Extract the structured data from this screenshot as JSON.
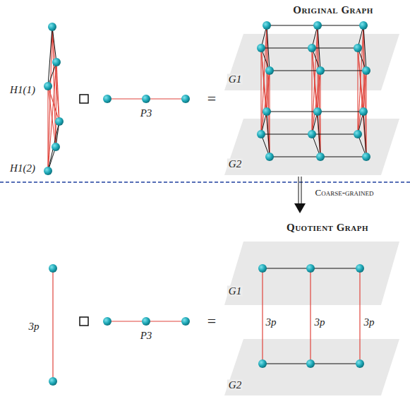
{
  "diagram": {
    "labels": [
      "Original Graph",
      "H1(1)",
      "H1(2)",
      "P3",
      "=",
      "G1",
      "G2",
      "Coarse-grained",
      "Quotient Graph",
      "3p",
      "P3",
      "=",
      "G1",
      "3p",
      "3p",
      "3p",
      "G2"
    ]
  }
}
